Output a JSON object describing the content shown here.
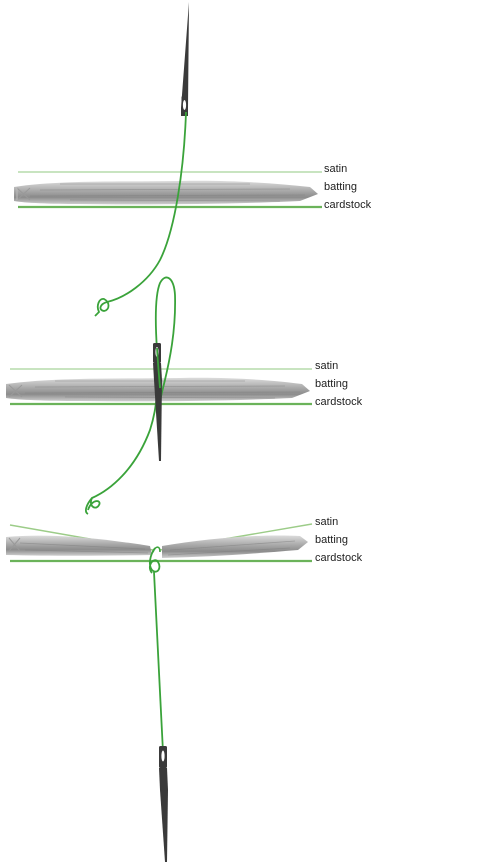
{
  "layer_labels": {
    "satin": "satin",
    "batting": "batting",
    "cardstock": "cardstock"
  },
  "colors": {
    "thread": "#3aa33a",
    "satin_line": "#9ccc88",
    "cardstock_line": "#6bb35a",
    "batting_light": "#cfcfcf",
    "batting_dark": "#8e8e8e",
    "needle": "#3a3a3a",
    "background": "#ffffff"
  },
  "steps": [
    {
      "satin_label": "satin",
      "batting_label": "batting",
      "cardstock_label": "cardstock"
    },
    {
      "satin_label": "satin",
      "batting_label": "batting",
      "cardstock_label": "cardstock"
    },
    {
      "satin_label": "satin",
      "batting_label": "batting",
      "cardstock_label": "cardstock"
    }
  ]
}
